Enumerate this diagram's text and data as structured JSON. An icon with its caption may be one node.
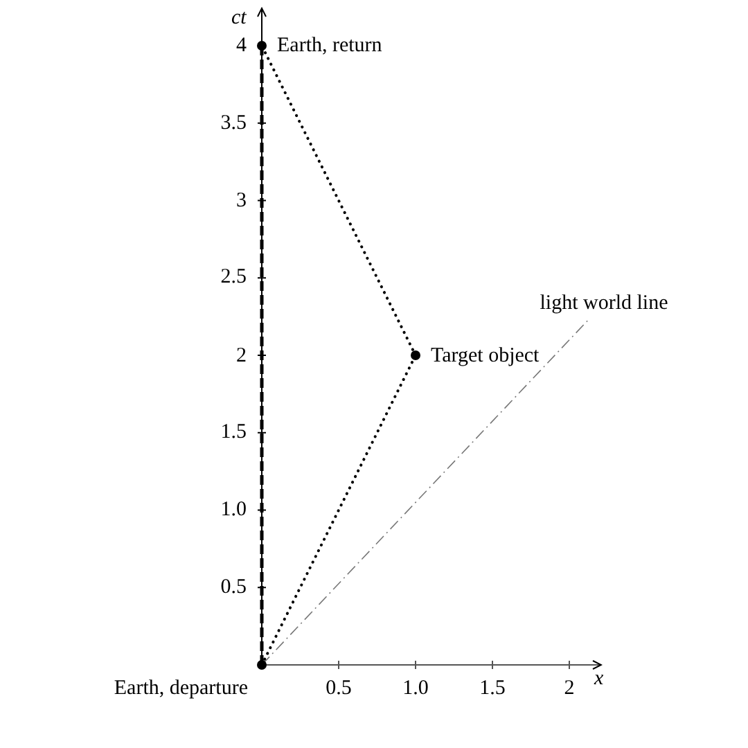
{
  "diagram": {
    "nodes": [
      {
        "text": [],
        "shape": "circle",
        "beside": [
          "Earth, departure"
        ]
      },
      {
        "text": [],
        "shape": "circle",
        "beside": [
          "Earth, return"
        ]
      },
      {
        "text": [],
        "shape": "circle",
        "beside": [
          "Target object"
        ]
      },
      {
        "text": [
          "light world line"
        ]
      }
    ],
    "edges": [
      {
        "from": 0,
        "to": 1,
        "arrow": "none",
        "style": "dashed"
      },
      {
        "from": 0,
        "to": 2,
        "arrow": "none"
      },
      {
        "from": 2,
        "to": 1,
        "arrow": "none"
      },
      {
        "from": 0,
        "to": 3,
        "arrow": "none",
        "style": "dashed",
        "color": "#777777"
      }
    ],
    "labels": [
      "ct",
      "4",
      "3.5",
      "3",
      "2.5",
      "2",
      "1.5",
      "1.0",
      "0.5",
      "x",
      "0.5",
      "1.0",
      "1.5",
      "2"
    ]
  }
}
